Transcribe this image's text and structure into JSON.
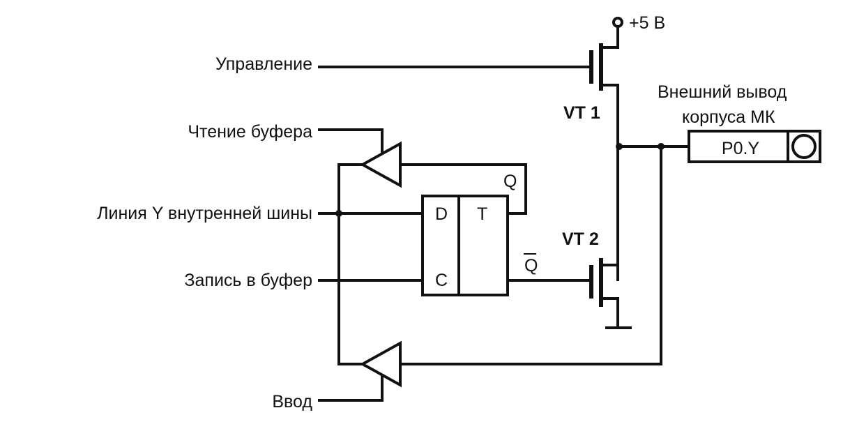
{
  "signals": {
    "control": "Управление",
    "buffer_read": "Чтение буфера",
    "bus_line": "Линия Y внутренней шины",
    "buffer_write": "Запись в буфер",
    "input": "Ввод"
  },
  "power": "+5 В",
  "transistors": {
    "vt1": "VT 1",
    "vt2": "VT 2"
  },
  "flipflop": {
    "d": "D",
    "c": "C",
    "t": "T",
    "q": "Q",
    "q_bar": "Q"
  },
  "pin": {
    "title_line1": "Внешний вывод",
    "title_line2": "корпуса МК",
    "label": "P0.Y"
  }
}
